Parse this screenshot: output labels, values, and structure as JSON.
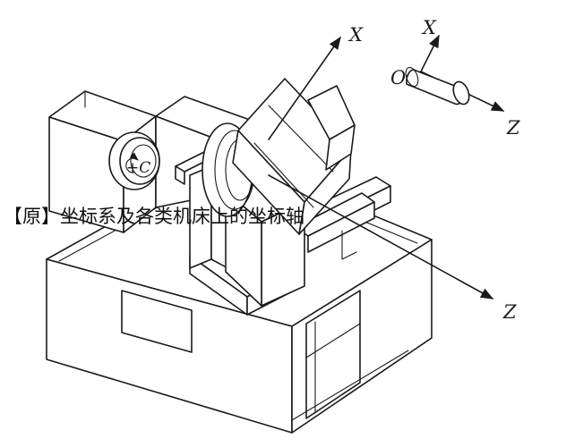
{
  "figure": {
    "caption": "【原】坐标系及各类机床上的坐标轴",
    "labels": {
      "x_main": "X",
      "z_main": "Z",
      "x_tool": "X",
      "z_tool": "Z",
      "origin": "O",
      "spindle_c": "+C"
    }
  }
}
